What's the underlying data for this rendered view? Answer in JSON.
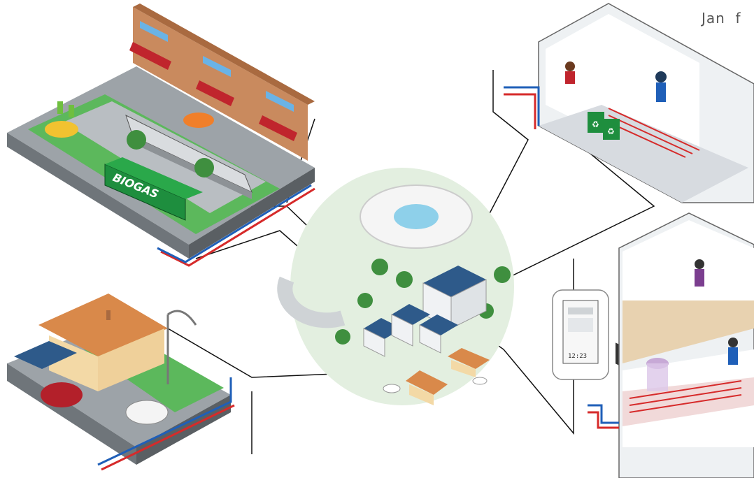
{
  "header": {
    "partial_text": "Jan  f"
  },
  "labels": {
    "bus_sign": "BIOGAS",
    "display_time": "12:23"
  },
  "colors": {
    "grass": "#5cb85c",
    "road": "#9da3a8",
    "building_brick": "#c98a5e",
    "awning": "#c0252d",
    "pipe_red": "#d62a2a",
    "pipe_blue": "#1f5fb8",
    "bus_green": "#1e8e3e",
    "roof_orange": "#d9894a",
    "solar_panel": "#2e5a8a"
  },
  "icons": [
    "recycle-icon",
    "tram-icon",
    "bus-icon",
    "car-icon",
    "solar-panel-icon",
    "tree-icon",
    "street-lamp-icon",
    "thermostat-display-icon",
    "charging-station-icon"
  ]
}
